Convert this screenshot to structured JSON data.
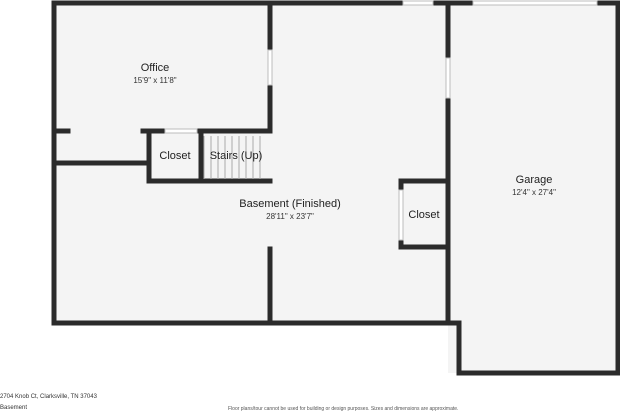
{
  "rooms": {
    "office": {
      "name": "Office",
      "dims": "15'9\" x 11'8\""
    },
    "closet_left": {
      "name": "Closet"
    },
    "stairs": {
      "name": "Stairs (Up)"
    },
    "basement": {
      "name": "Basement (Finished)",
      "dims": "28'11\" x 23'7\""
    },
    "closet_right": {
      "name": "Closet"
    },
    "garage": {
      "name": "Garage",
      "dims": "12'4\" x 27'4\""
    }
  },
  "footer": {
    "address": "2704 Knob Ct, Clarksville, TN 37043",
    "level": "Basement",
    "disclaimer": "Floor plans/tour cannot be used for building or design purposes. Sizes and dimensions are approximate."
  },
  "colors": {
    "wall": "#2b2b2b",
    "floor": "#f4f4f4",
    "background": "#ffffff"
  }
}
